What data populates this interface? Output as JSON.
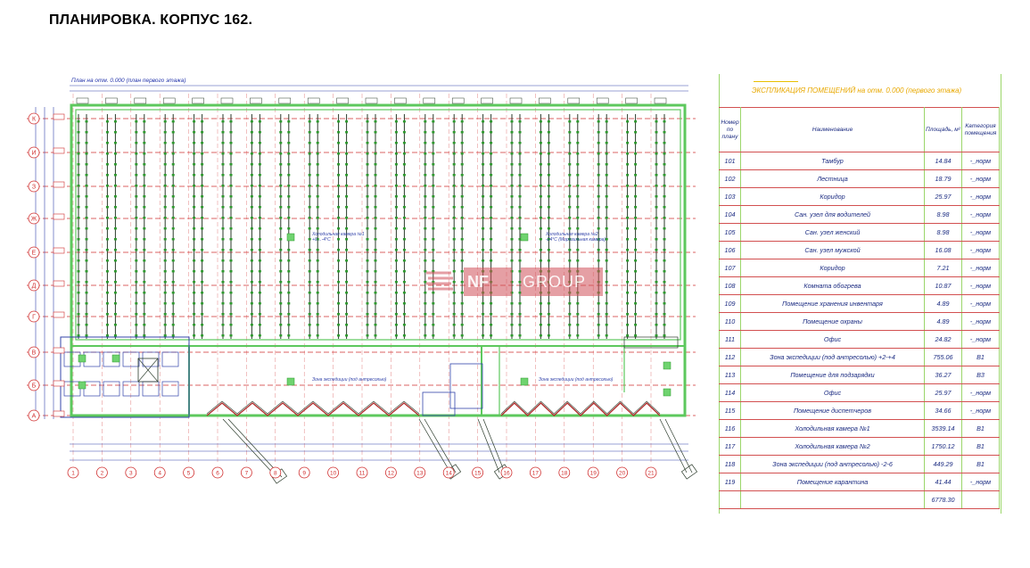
{
  "page": {
    "title": "ПЛАНИРОВКА. КОРПУС 162.",
    "plan_caption": "План на отм. 0.000 (план первого этажа)"
  },
  "colors": {
    "grid_red": "#d03030",
    "wall_green": "#5dc85d",
    "column_dark": "#2a3a2a",
    "axis_blue": "#3344aa",
    "title_yellow": "#e8a800"
  },
  "watermark": {
    "text": "GROUP",
    "prefix": "NF"
  },
  "plan": {
    "axis_rows": [
      "К",
      "И",
      "З",
      "Ж",
      "Е",
      "Д",
      "Г",
      "В",
      "Б",
      "А"
    ],
    "axis_cols": [
      "1",
      "2",
      "3",
      "4",
      "5",
      "6",
      "7",
      "8",
      "9",
      "10",
      "11",
      "12",
      "13",
      "14",
      "15",
      "16",
      "17",
      "18",
      "19",
      "20",
      "21"
    ],
    "labels": {
      "chamber1": "Холодильная камера №1 \n+0…-4°С",
      "chamber2": "Холодильная камера №2 \n-24°С (Морозильная камера)",
      "zone1": "Зона экспедиции (под антресолью)",
      "zone2": "Зона экспедиции (под антресолью)"
    }
  },
  "explication": {
    "title": "ЭКСПЛИКАЦИЯ ПОМЕЩЕНИЙ на отм. 0.000 (первого этажа)",
    "headers": {
      "num": "Номер по плану",
      "name": "Наименование",
      "area": "Площадь, м²",
      "cat": "Категория помещения"
    },
    "rows": [
      {
        "num": "101",
        "name": "Тамбур",
        "area": "14.84",
        "cat": "-_норм"
      },
      {
        "num": "102",
        "name": "Лестница",
        "area": "18.79",
        "cat": "-_норм"
      },
      {
        "num": "103",
        "name": "Коридор",
        "area": "25.97",
        "cat": "-_норм"
      },
      {
        "num": "104",
        "name": "Сан. узел для водителей",
        "area": "8.98",
        "cat": "-_норм"
      },
      {
        "num": "105",
        "name": "Сан. узел женский",
        "area": "8.98",
        "cat": "-_норм"
      },
      {
        "num": "106",
        "name": "Сан. узел мужской",
        "area": "16.08",
        "cat": "-_норм"
      },
      {
        "num": "107",
        "name": "Коридор",
        "area": "7.21",
        "cat": "-_норм"
      },
      {
        "num": "108",
        "name": "Комната обогрева",
        "area": "10.87",
        "cat": "-_норм"
      },
      {
        "num": "109",
        "name": "Помещение хранения инвентаря",
        "area": "4.89",
        "cat": "-_норм"
      },
      {
        "num": "110",
        "name": "Помещение охраны",
        "area": "4.89",
        "cat": "-_норм"
      },
      {
        "num": "111",
        "name": "Офис",
        "area": "24.82",
        "cat": "-_норм"
      },
      {
        "num": "112",
        "name": "Зона экспедиции (под антресолью) +2-+4",
        "area": "755.06",
        "cat": "В1"
      },
      {
        "num": "113",
        "name": "Помещение для подзарядки",
        "area": "36.27",
        "cat": "В3"
      },
      {
        "num": "114",
        "name": "Офис",
        "area": "25.97",
        "cat": "-_норм"
      },
      {
        "num": "115",
        "name": "Помещение диспетчеров",
        "area": "34.66",
        "cat": "-_норм"
      },
      {
        "num": "116",
        "name": "Холодильная камера №1",
        "area": "3539.14",
        "cat": "В1"
      },
      {
        "num": "117",
        "name": "Холодильная камера №2",
        "area": "1750.12",
        "cat": "В1"
      },
      {
        "num": "118",
        "name": "Зона экспедиции (под антресолью) -2-6",
        "area": "449.29",
        "cat": "В1"
      },
      {
        "num": "119",
        "name": "Помещение карантина",
        "area": "41.44",
        "cat": "-_норм"
      }
    ],
    "total": "6778.30"
  }
}
